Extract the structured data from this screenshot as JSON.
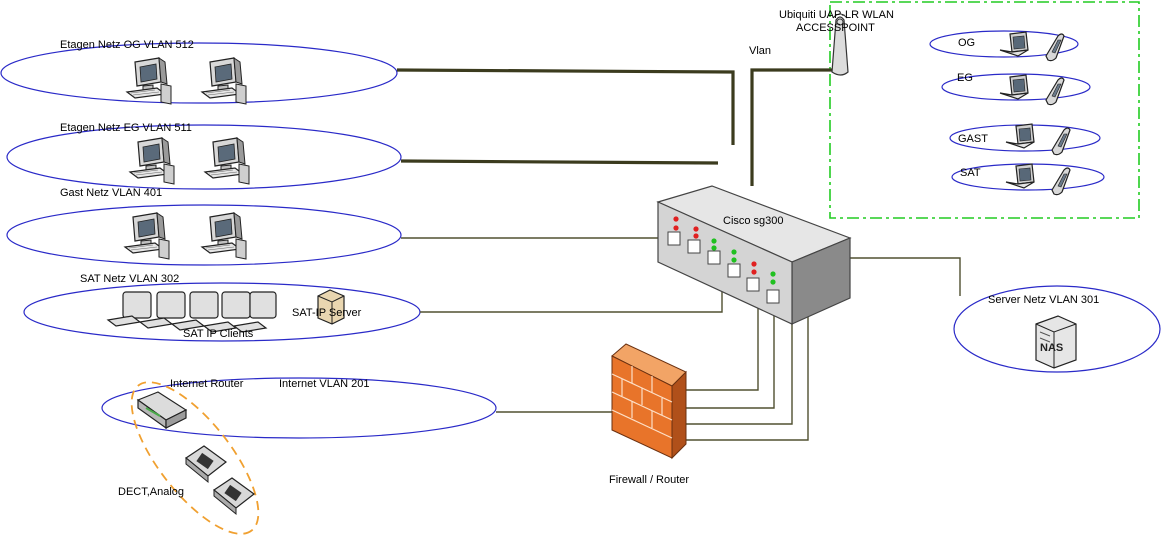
{
  "labels": {
    "og_vlan": "Etagen Netz OG VLAN 512",
    "eg_vlan": "Etagen Netz EG VLAN 511",
    "gast_vlan": "Gast Netz VLAN 401",
    "sat_vlan": "SAT Netz VLAN 302",
    "sat_server": "SAT-IP Server",
    "sat_clients": "SAT IP Clients",
    "internet_router": "Internet Router",
    "internet_vlan": "Internet VLAN 201",
    "dect": "DECT,Analog",
    "firewall": "Firewall / Router",
    "switch": "Cisco sg300",
    "vlan": "Vlan",
    "ap_line1": "Ubiquiti UAP-LR WLAN",
    "ap_line2": "ACCESSPOINT",
    "server_vlan": "Server Netz VLAN 301",
    "nas": "NAS",
    "wlan_og": "OG",
    "wlan_eg": "EG",
    "wlan_gast": "GAST",
    "wlan_sat": "SAT"
  },
  "colors": {
    "ellipse_stroke": "#2a2ac8",
    "dect_stroke": "#f0a030",
    "wlan_border": "#22cc22",
    "trunk_line": "#3b3b1e",
    "thin_line": "#505030",
    "firewall": "#e8742a"
  },
  "icons": [
    "desktop-pc-icon",
    "laptop-icon",
    "pda-icon",
    "server-icon",
    "router-icon",
    "phone-icon",
    "firewall-icon",
    "switch-icon",
    "antenna-icon"
  ]
}
